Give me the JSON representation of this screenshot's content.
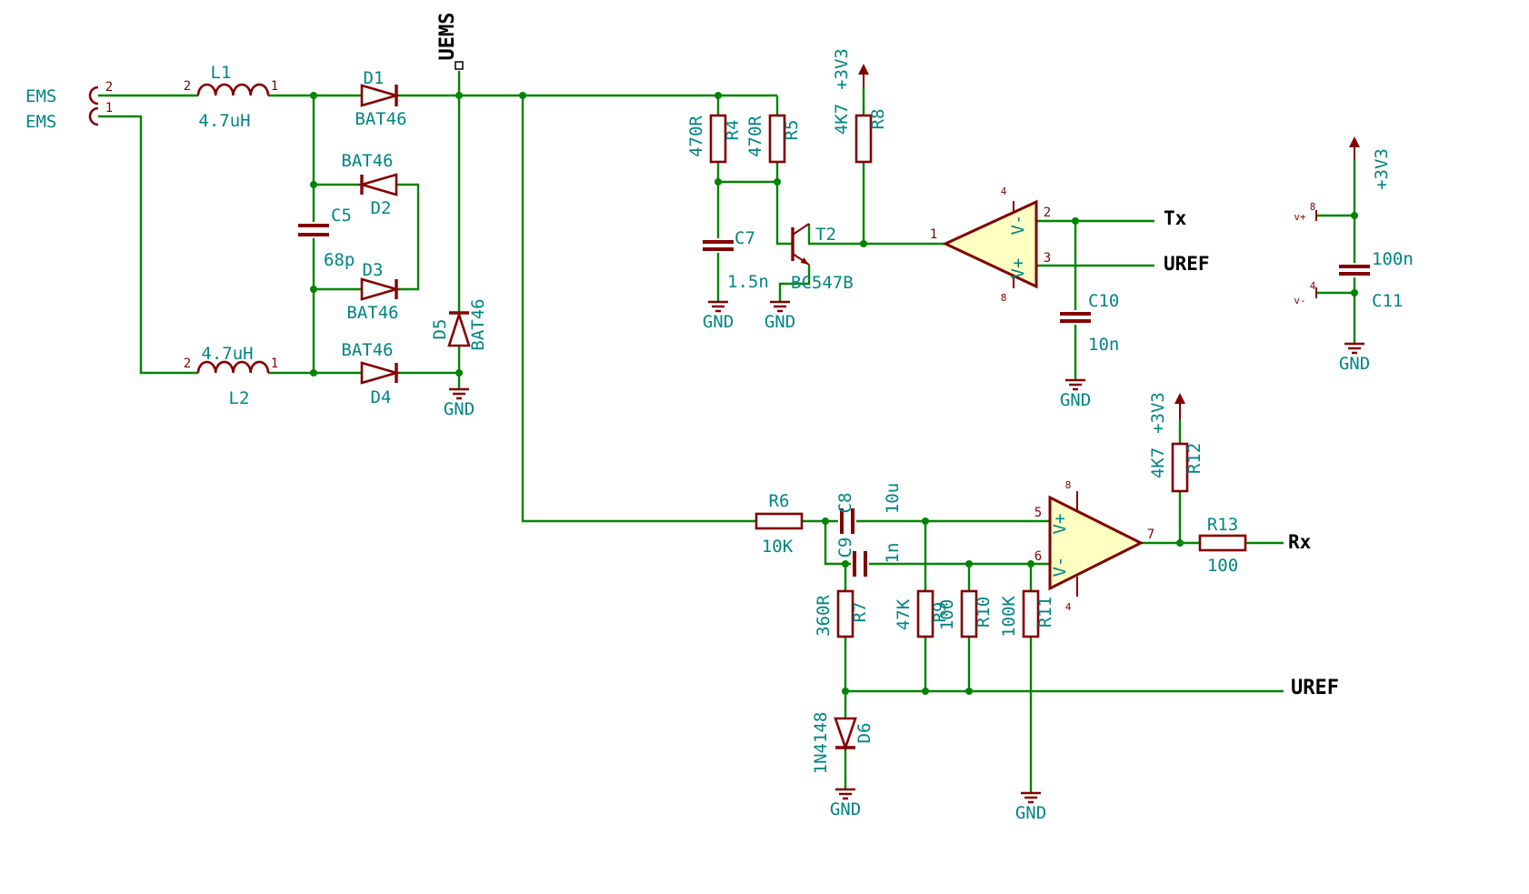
{
  "colors": {
    "wire": "#008400",
    "component": "#840000",
    "field_text": "#008484",
    "net_label": "#000000",
    "opamp_fill": "#FFFFC2",
    "background": "#FFFFFF"
  },
  "connector": {
    "pin1_label": "EMS",
    "pin2_label": "EMS"
  },
  "pins": {
    "p1": "1",
    "p2": "2",
    "p3": "3",
    "p4": "4",
    "p5": "5",
    "p6": "6",
    "p7": "7",
    "p8": "8"
  },
  "power": {
    "v33": "+3V3",
    "gnd": "GND",
    "vplus_pin": "v+",
    "vminus_pin": "v-"
  },
  "nets": {
    "uems": "UEMS",
    "tx": "Tx",
    "uref": "UREF",
    "rx": "Rx"
  },
  "opamp": {
    "vplus": "V+",
    "vminus": "V-"
  },
  "components": {
    "L1": {
      "ref": "L1",
      "value": "4.7uH"
    },
    "L2": {
      "ref": "L2",
      "value": "4.7uH"
    },
    "D1": {
      "ref": "D1",
      "value": "BAT46"
    },
    "D2": {
      "ref": "D2",
      "value": "BAT46"
    },
    "D3": {
      "ref": "D3",
      "value": "BAT46"
    },
    "D4": {
      "ref": "D4",
      "value": "BAT46"
    },
    "D5": {
      "ref": "D5",
      "value": "BAT46"
    },
    "D6": {
      "ref": "D6",
      "value": "1N4148"
    },
    "C5": {
      "ref": "C5",
      "value": "68p"
    },
    "C7": {
      "ref": "C7",
      "value": "1.5n"
    },
    "C8": {
      "ref": "C8",
      "value": "10u"
    },
    "C9": {
      "ref": "C9",
      "value": "1n"
    },
    "C10": {
      "ref": "C10",
      "value": "10n"
    },
    "C11": {
      "ref": "C11",
      "value": "100n"
    },
    "R4": {
      "ref": "R4",
      "value": "470R"
    },
    "R5": {
      "ref": "R5",
      "value": "470R"
    },
    "R6": {
      "ref": "R6",
      "value": "10K"
    },
    "R7": {
      "ref": "R7",
      "value": "360R"
    },
    "R8": {
      "ref": "R8",
      "value": "4K7"
    },
    "R9": {
      "ref": "R9",
      "value": "47K"
    },
    "R10": {
      "ref": "R10",
      "value": "100"
    },
    "R11": {
      "ref": "R11",
      "value": "100K"
    },
    "R12": {
      "ref": "R12",
      "value": "4K7"
    },
    "R13": {
      "ref": "R13",
      "value": "100"
    },
    "T2": {
      "ref": "T2",
      "value": "BC547B"
    }
  }
}
